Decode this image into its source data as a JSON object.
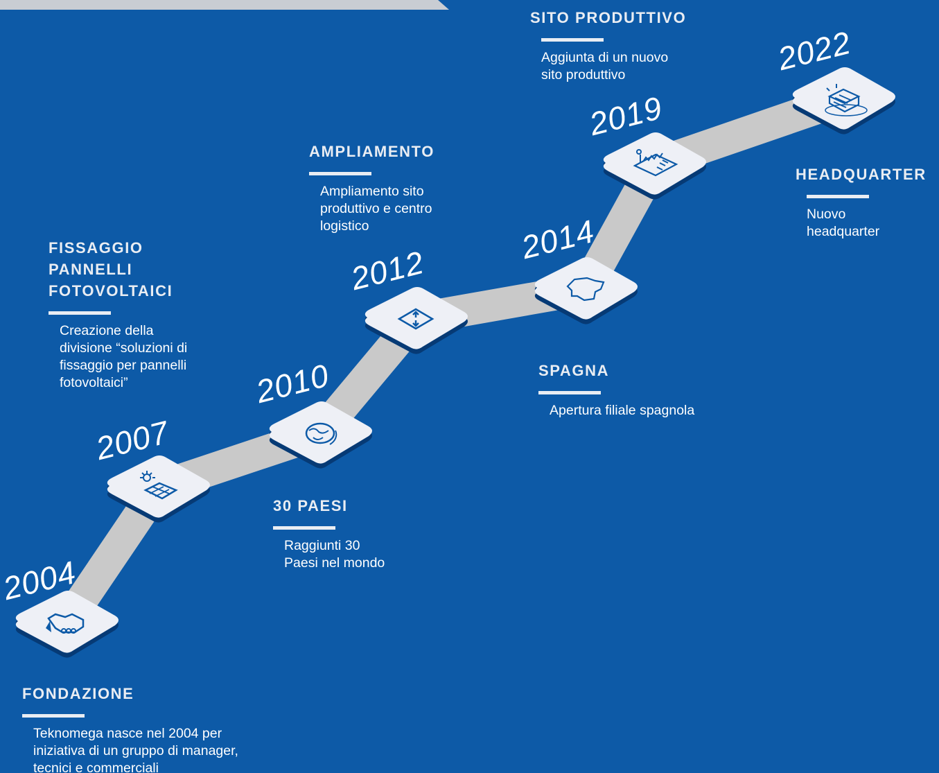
{
  "milestones": [
    {
      "year": "2004",
      "title": [
        "FONDAZIONE"
      ],
      "desc": [
        "Teknomega nasce nel 2004 per",
        "iniziativa di un gruppo di manager,",
        "tecnici e commerciali"
      ],
      "icon": "handshake-icon"
    },
    {
      "year": "2007",
      "title": [
        "FISSAGGIO",
        "PANNELLI",
        "FOTOVOLTAICI"
      ],
      "desc": [
        "Creazione della",
        "divisione “soluzioni di",
        "fissaggio per pannelli",
        "fotovoltaici”"
      ],
      "icon": "solar-panel-icon"
    },
    {
      "year": "2010",
      "title": [
        "30 PAESI"
      ],
      "desc": [
        "Raggiunti 30",
        "Paesi nel mondo"
      ],
      "icon": "globe-icon"
    },
    {
      "year": "2012",
      "title": [
        "AMPLIAMENTO"
      ],
      "desc": [
        "Ampliamento sito",
        "produttivo e centro",
        "logistico"
      ],
      "icon": "expand-arrows-icon"
    },
    {
      "year": "2014",
      "title": [
        "SPAGNA"
      ],
      "desc": [
        "Apertura filiale spagnola"
      ],
      "icon": "spain-map-icon"
    },
    {
      "year": "2019",
      "title": [
        "SITO PRODUTTIVO"
      ],
      "desc": [
        "Aggiunta di un nuovo",
        "sito produttivo"
      ],
      "icon": "factory-icon"
    },
    {
      "year": "2022",
      "title": [
        "HEADQUARTER"
      ],
      "desc": [
        "Nuovo",
        "headquarter"
      ],
      "icon": "office-building-icon"
    }
  ],
  "colors": {
    "background": "#0d5aa7",
    "road": "#c9c9c9",
    "tile": "#eef0f6",
    "icon": "#0d5aa7",
    "text": "#ffffff"
  }
}
